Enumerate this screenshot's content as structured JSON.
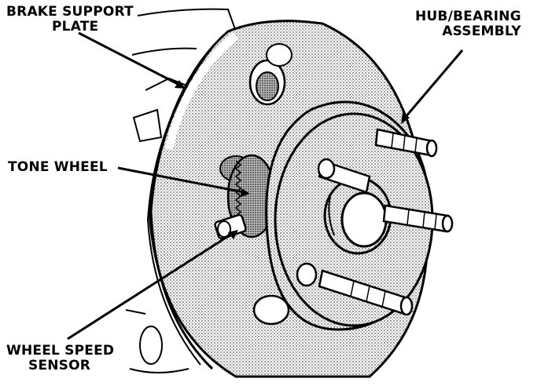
{
  "labels": {
    "brake_support_plate": [
      "BRAKE SUPPORT",
      "PLATE"
    ],
    "hub_bearing_assembly": [
      "HUB/BEARING",
      "ASSEMBLY"
    ],
    "tone_wheel": [
      "TONE WHEEL"
    ],
    "wheel_speed_sensor": [
      "WHEEL SPEED",
      "SENSOR"
    ]
  },
  "colors": {
    "ink": "#000000",
    "paper": "#ffffff",
    "stipple": "#8a8a8a"
  }
}
